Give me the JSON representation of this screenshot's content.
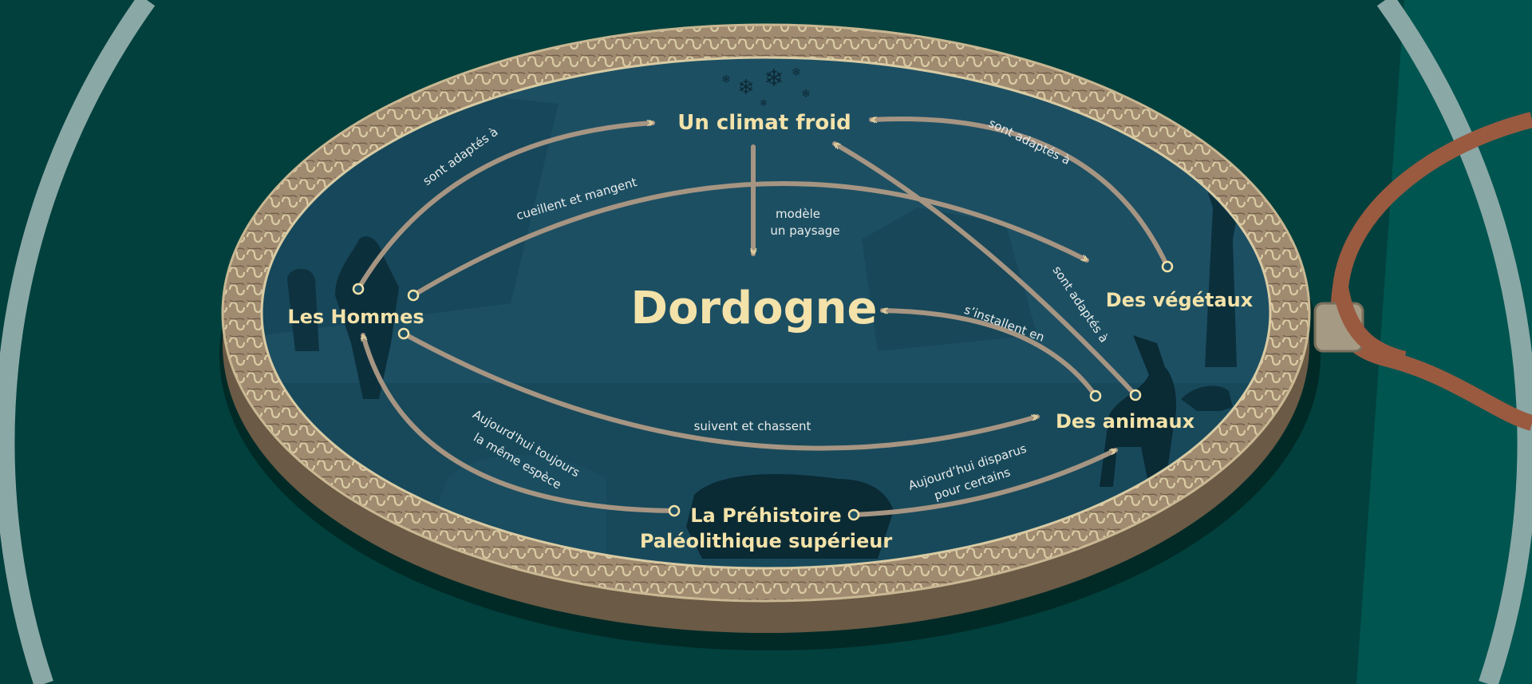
{
  "colors": {
    "background": "#02403d",
    "ring": "#8aa8a6",
    "medallion_inner": "#1d4f63",
    "border": "#a08a70",
    "node_text": "#f3e2a9",
    "arrow": "#a69582",
    "strap": "#9a5a40"
  },
  "nodes": {
    "center": "Dordogne",
    "climate": "Un climat froid",
    "humans": "Les Hommes",
    "plants": "Des végétaux",
    "animals": "Des animaux",
    "prehistory_line1": "La Préhistoire",
    "prehistory_line2": "Paléolithique supérieur"
  },
  "links": {
    "humans_climate": "sont adaptés à",
    "humans_plants": "cueillent et mangent",
    "climate_center_1": "modèle",
    "climate_center_2": "un paysage",
    "plants_climate": "sont adaptés à",
    "animals_climate": "sont adaptés à",
    "animals_center": "s’installent en",
    "humans_animals": "suivent et chassent",
    "prehistory_humans_1": "Aujourd'hui toujours",
    "prehistory_humans_2": "la même espèce",
    "prehistory_animals_1": "Aujourd’hui disparus",
    "prehistory_animals_2": "pour certains"
  },
  "icons": [
    "snowflake-icon"
  ]
}
